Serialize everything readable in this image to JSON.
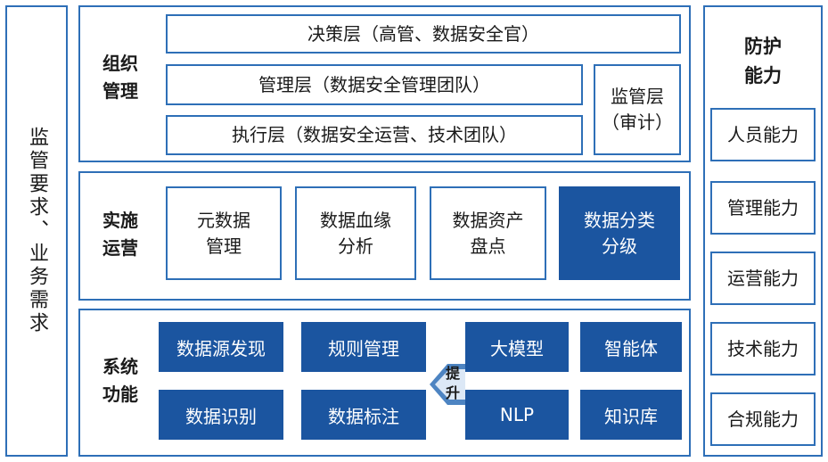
{
  "left_column": {
    "text": "监管要求、业务需求"
  },
  "organization": {
    "label": "组织\n管理",
    "layers": [
      "决策层（高管、数据安全官）",
      "管理层（数据安全管理团队）",
      "执行层（数据安全运营、技术团队）"
    ],
    "supervision": "监管层\n（审计）"
  },
  "operations": {
    "label": "实施\n运营",
    "items": [
      "元数据\n管理",
      "数据血缘\n分析",
      "数据资产\n盘点",
      "数据分类\n分级"
    ]
  },
  "functions": {
    "label": "系统\n功能",
    "items": [
      "数据源发现",
      "规则管理",
      "数据识别",
      "数据标注"
    ],
    "enhance_label": "提\n升",
    "tech": [
      "大模型",
      "智能体",
      "NLP",
      "知识库"
    ]
  },
  "capabilities": {
    "title": "防护\n能力",
    "items": [
      "人员能力",
      "管理能力",
      "运营能力",
      "技术能力",
      "合规能力"
    ]
  },
  "colors": {
    "border": "#2e6fb7",
    "fill": "#1b55a0",
    "arrow": "#2e6fb7"
  }
}
